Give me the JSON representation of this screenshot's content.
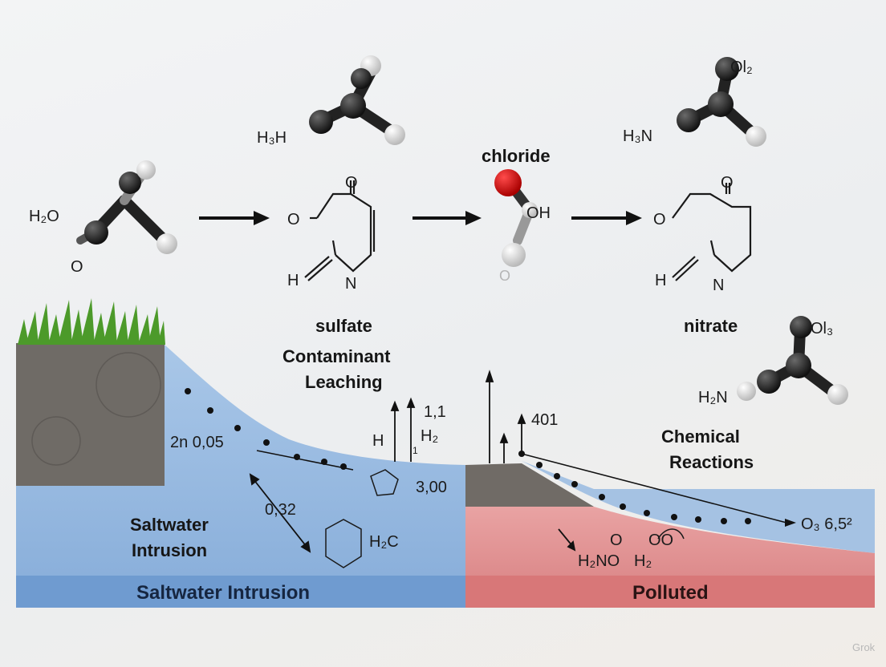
{
  "molecules": {
    "m1": {
      "label_top": "H₂O",
      "label_bottom": "O"
    },
    "m2": {
      "label": "H₃H"
    },
    "m3": {
      "label": "Ol₂",
      "label_left": "H₃N"
    },
    "m4": {
      "label": "OH",
      "label_bottom": "O"
    },
    "m5": {
      "label": "Ol₃",
      "label_left": "H₂N"
    }
  },
  "rings": {
    "ring1": {
      "o_top": "O",
      "o_left": "O",
      "h": "H",
      "n": "N"
    },
    "ring2": {
      "o_top": "O",
      "o_left": "O",
      "h": "H",
      "n": "N"
    }
  },
  "labels": {
    "chloride": "chloride",
    "sulfate": "sulfate",
    "contaminant_line1": "Contaminant",
    "contaminant_line2": "Leaching",
    "nitrate": "nitrate",
    "chemical_line1": "Chemical",
    "chemical_line2": "Reactions",
    "saltwater_line1": "Saltwater",
    "saltwater_line2": "Intrusion"
  },
  "annotations": {
    "a_2n": "2n 0,05",
    "a_032": "0,32",
    "a_h2c": "H₂C",
    "a_300": "3,00",
    "a_11": "1,1",
    "a_h1": "H",
    "a_h2": "H₂",
    "a_1": "1",
    "a_401": "401",
    "a_h2no": "H₂NO",
    "a_o1": "O",
    "a_oo": "OO",
    "a_o3": "O₃ 6,5²"
  },
  "bands": {
    "left": "Saltwater Intrusion",
    "right": "Polluted"
  },
  "watermark": "Grok",
  "colors": {
    "water": "#8fb4dd",
    "band_blue": "#6f9bd0",
    "polluted": "#e08f90",
    "band_red": "#d87778",
    "soil": "#6e6a65",
    "grass": "#4f9a2e"
  }
}
